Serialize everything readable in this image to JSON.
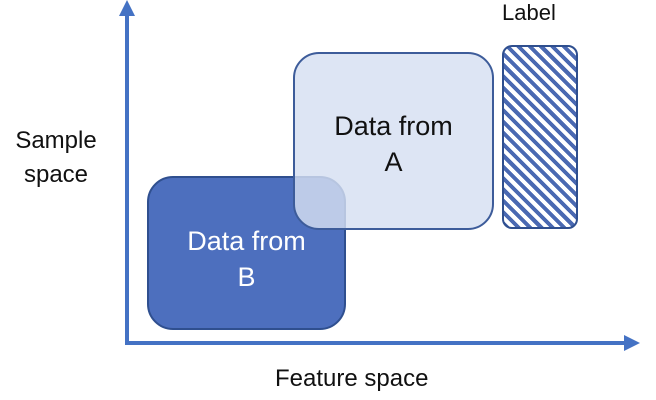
{
  "diagram": {
    "box_b": {
      "line1": "Data from",
      "line2": "B"
    },
    "box_a": {
      "line1": "Data from",
      "line2": "A"
    },
    "legend_label": "Label",
    "y_axis_label": {
      "line1": "Sample",
      "line2": "space"
    },
    "x_axis_label": "Feature space"
  },
  "colors": {
    "axis": "#4472c4",
    "box_b_fill": "#4d6fbe",
    "box_a_fill": "#d6dff1",
    "hatch": "#4a69b2"
  }
}
